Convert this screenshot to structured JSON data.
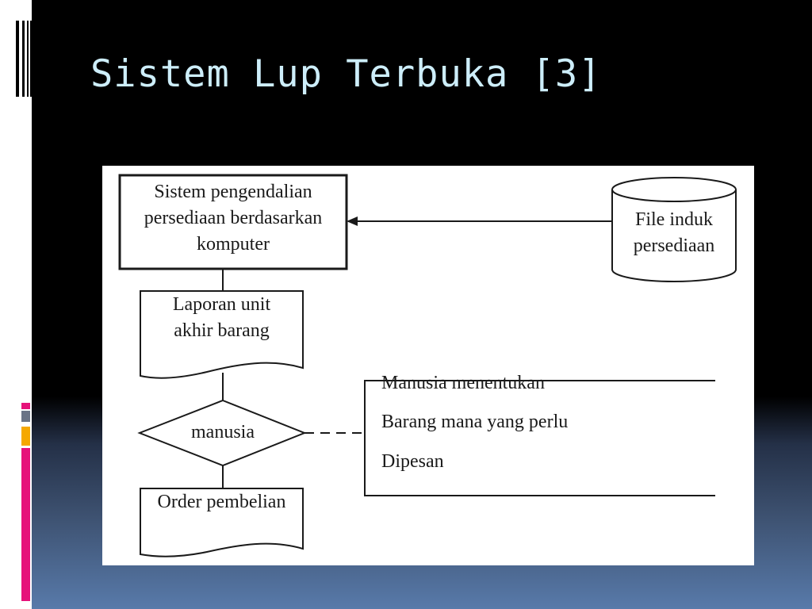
{
  "slide": {
    "title": "Sistem Lup Terbuka [3]"
  },
  "colors": {
    "title": "#cdeefa",
    "accent_magenta": "#e6127a",
    "accent_orange": "#f5a800",
    "accent_gray": "#6a7486",
    "diagram_background": "#ffffff",
    "diagram_ink": "#1a1a1a"
  },
  "diagram": {
    "process_box": {
      "lines": [
        "Sistem pengendalian",
        "persediaan berdasarkan",
        "komputer"
      ]
    },
    "database": {
      "lines": [
        "File induk",
        "persediaan"
      ]
    },
    "report_document": {
      "lines": [
        "Laporan unit",
        "akhir barang"
      ]
    },
    "decision": {
      "label": "manusia"
    },
    "order_document": {
      "label": "Order pembelian"
    },
    "annotation": {
      "lines": [
        "Manusia menentukan",
        "Barang mana yang perlu",
        "Dipesan"
      ]
    }
  }
}
